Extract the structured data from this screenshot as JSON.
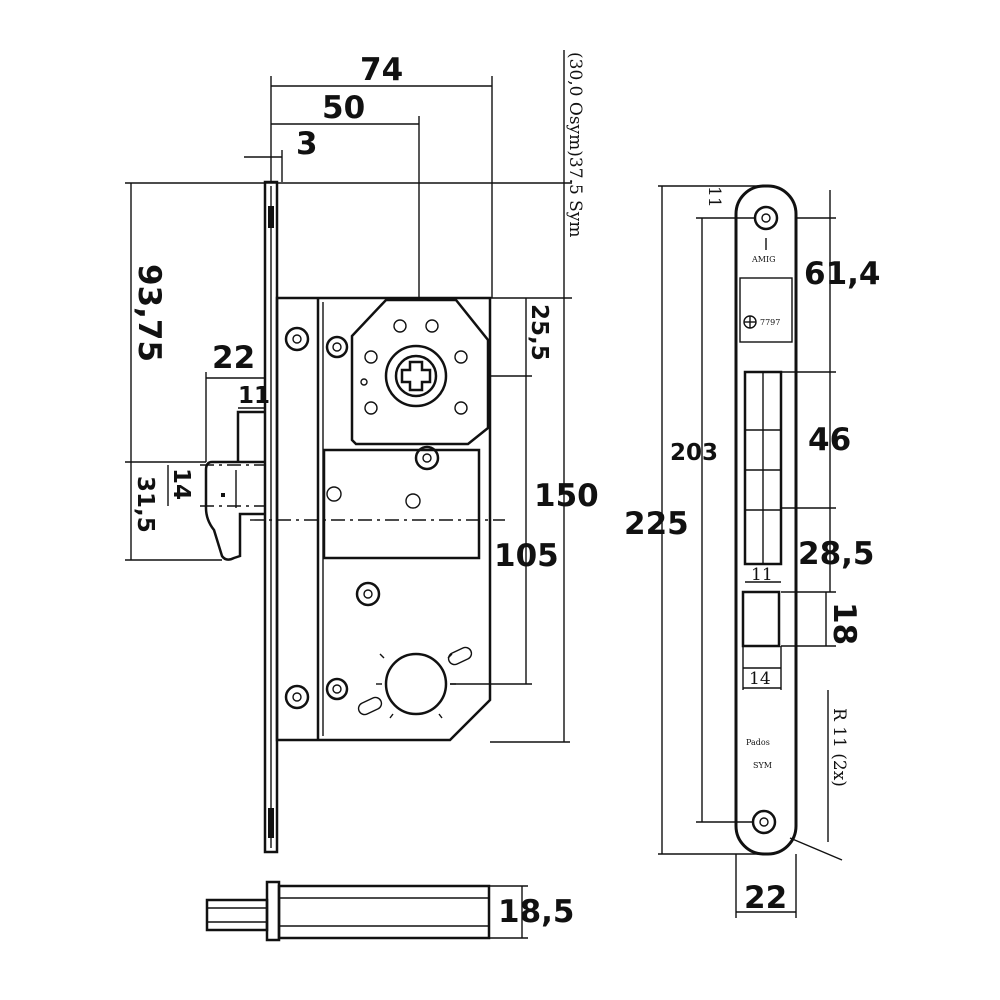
{
  "dimensions": {
    "d74": "74",
    "d50": "50",
    "d3": "3",
    "d93_75": "93,75",
    "d22_bolt": "22",
    "d11_bolt": "11",
    "d14_latch": "14",
    "d31_5": "31,5",
    "d25_5": "25,5",
    "d150": "150",
    "d105": "105",
    "backset_note": "(30,0 Osym)37.5 Sym",
    "d18_5": "18,5",
    "d225": "225",
    "d203": "203",
    "d11_top": "11",
    "d61_4": "61,4",
    "d46": "46",
    "d28_5": "28,5",
    "d11_slot": "11",
    "d18": "18",
    "d14_slot": "14",
    "radius_note": "R 11 (2x)",
    "d22_plate": "22"
  },
  "colors": {
    "ink": "#111111",
    "paper": "#ffffff"
  }
}
